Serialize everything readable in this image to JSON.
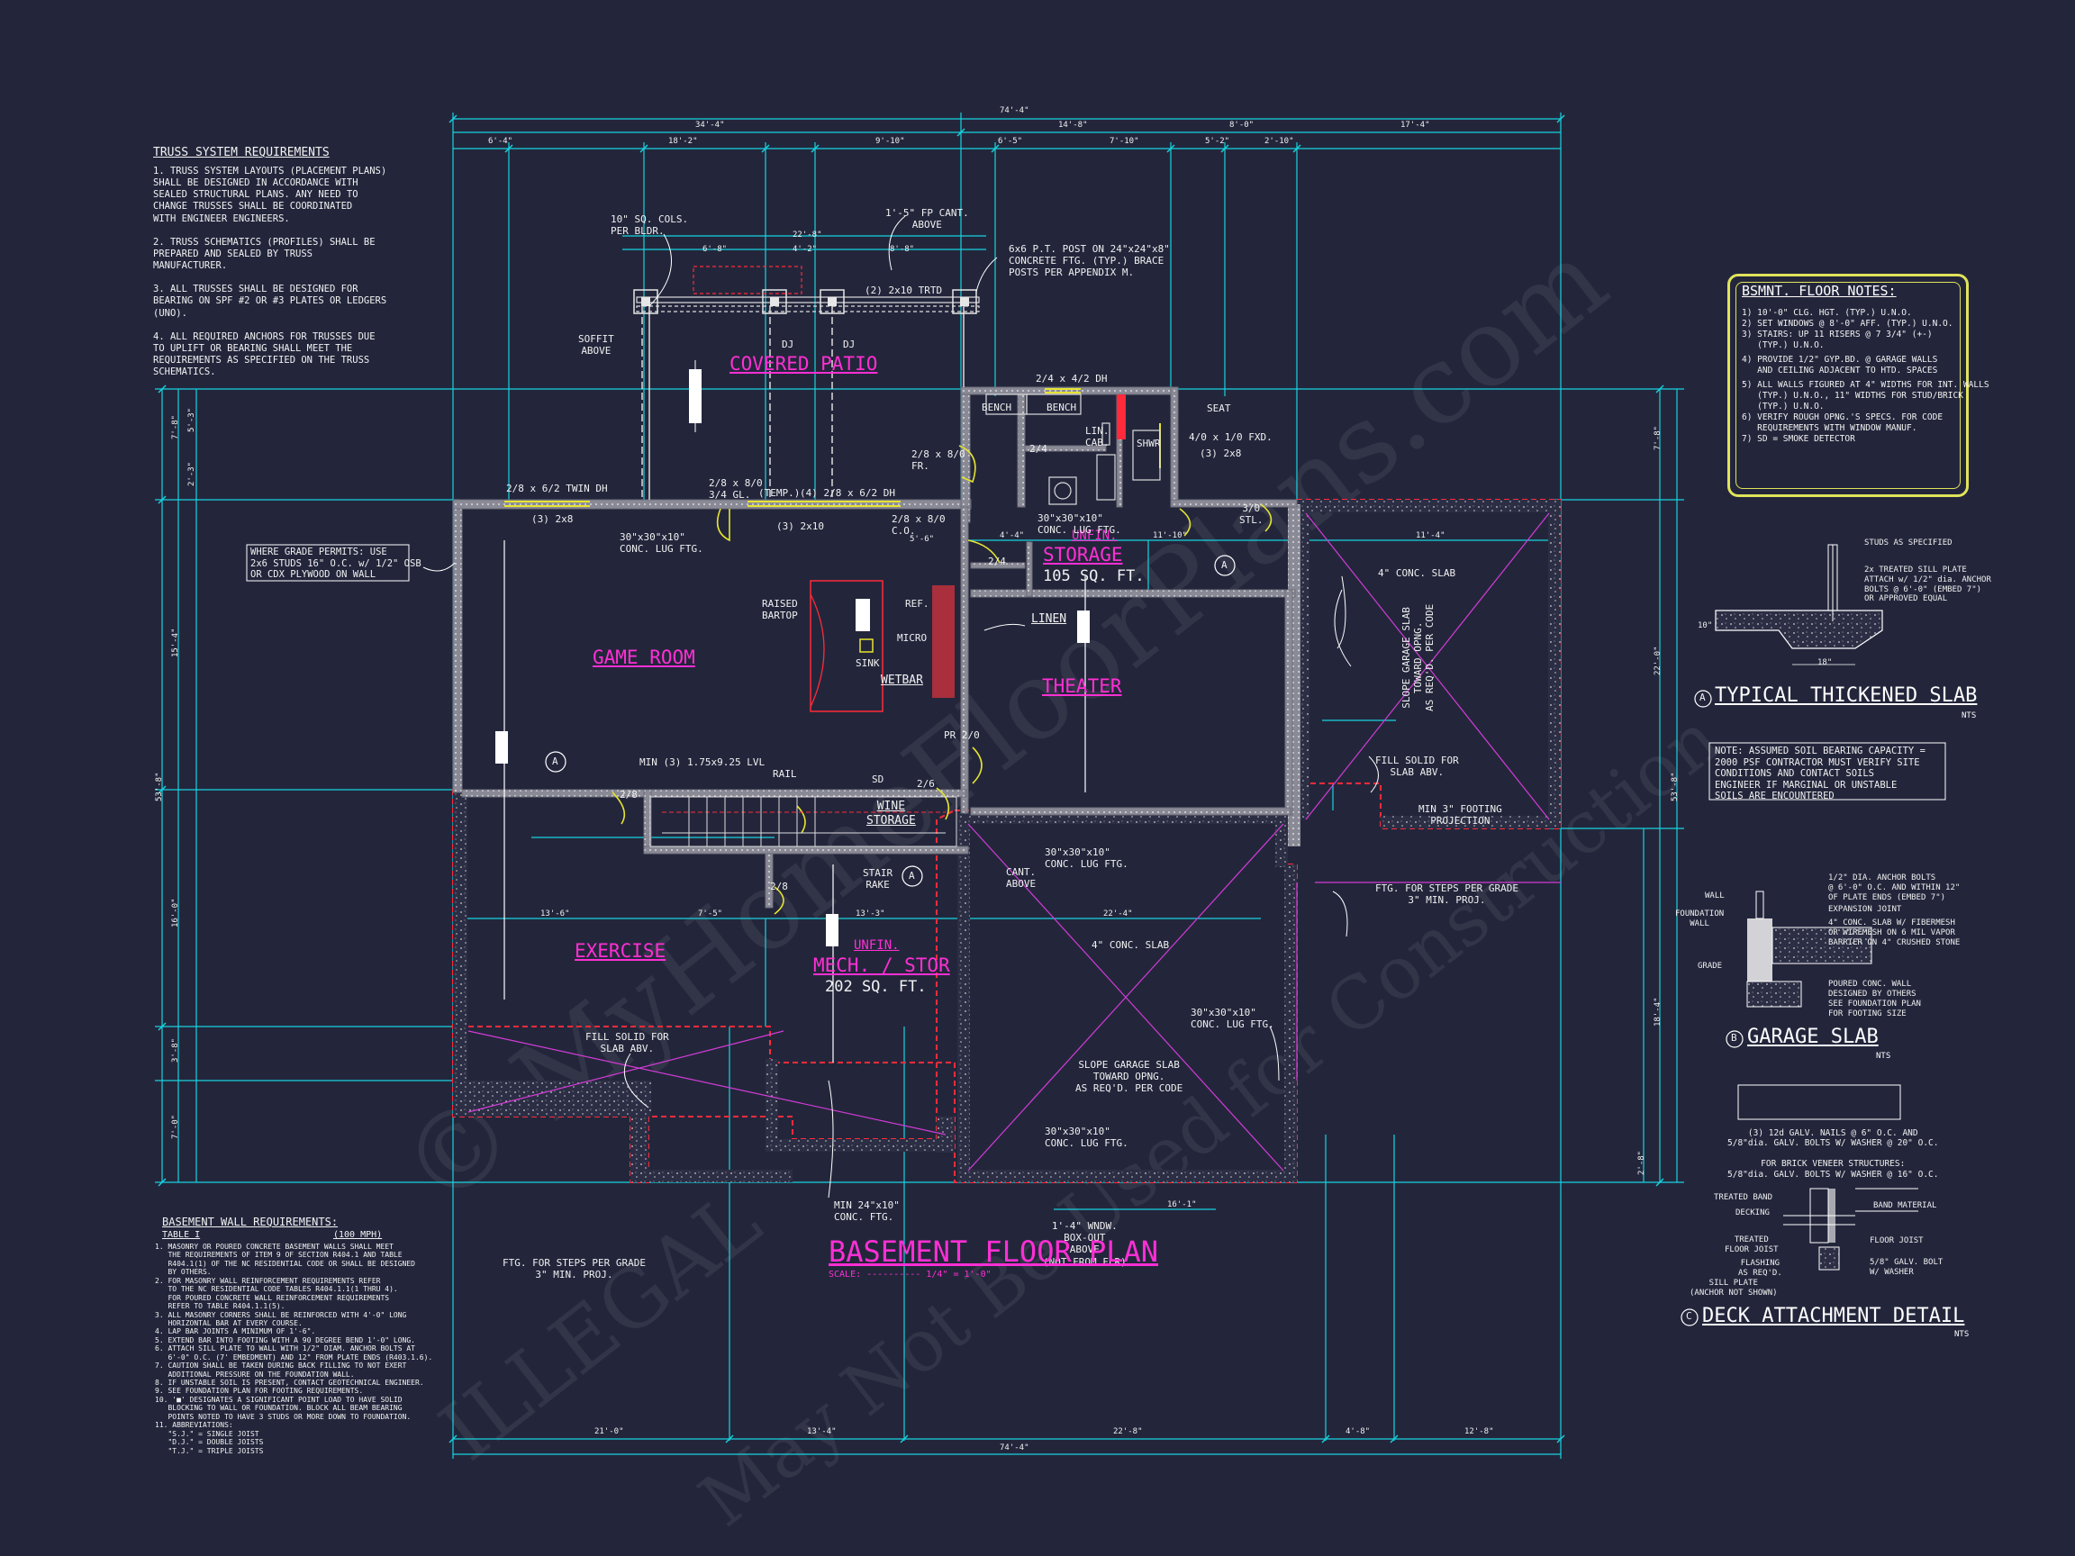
{
  "truss": {
    "title": "TRUSS SYSTEM REQUIREMENTS",
    "body": "1. TRUSS SYSTEM LAYOUTS (PLACEMENT PLANS)\nSHALL BE DESIGNED IN ACCORDANCE WITH\nSEALED STRUCTURAL PLANS. ANY NEED TO\nCHANGE TRUSSES SHALL BE COORDINATED\nWITH ENGINEER ENGINEERS.\n\n2. TRUSS SCHEMATICS (PROFILES) SHALL BE\nPREPARED AND SEALED BY TRUSS\nMANUFACTURER.\n\n3. ALL TRUSSES SHALL BE DESIGNED FOR\nBEARING ON SPF #2 OR #3 PLATES OR LEDGERS\n(UNO).\n\n4. ALL REQUIRED ANCHORS FOR TRUSSES DUE\nTO UPLIFT OR BEARING SHALL MEET THE\nREQUIREMENTS AS SPECIFIED ON THE TRUSS\nSCHEMATICS."
  },
  "bsmt_notes": {
    "title": "BSMNT. FLOOR NOTES:",
    "items": [
      "1) 10'-0\" CLG. HGT. (TYP.) U.N.O.",
      "2) SET WINDOWS @ 8'-0\" AFF. (TYP.) U.N.O.",
      "3) STAIRS: UP 11 RISERS @ 7 3/4\" (+-)\n   (TYP.) U.N.O.",
      "4) PROVIDE 1/2\" GYP.BD. @ GARAGE WALLS\n   AND CEILING ADJACENT TO HTD. SPACES",
      "5) ALL WALLS FIGURED AT 4\" WIDTHS FOR INT. WALLS\n   (TYP.) U.N.O., 11\" WIDTHS FOR STUD/BRICK\n   (TYP.) U.N.O.",
      "6) VERIFY ROUGH OPNG.'S SPECS. FOR CODE\n   REQUIREMENTS WITH WINDOW MANUF.",
      "7) SD = SMOKE DETECTOR"
    ]
  },
  "basement_wall": {
    "title": "BASEMENT WALL REQUIREMENTS:",
    "subtitle": "TABLE I",
    "wind": "(100 MPH)",
    "body": "1. MASONRY OR POURED CONCRETE BASEMENT WALLS SHALL MEET\n   THE REQUIREMENTS OF ITEM 9 OF SECTION R404.1 AND TABLE\n   R404.1(1) OF THE NC RESIDENTIAL CODE OR SHALL BE DESIGNED\n   BY OTHERS.\n2. FOR MASONRY WALL REINFORCEMENT REQUIREMENTS REFER\n   TO THE NC RESIDENTIAL CODE TABLES R404.1.1(1 THRU 4).\n   FOR POURED CONCRETE WALL REINFORCEMENT REQUIREMENTS\n   REFER TO TABLE R404.1.1(5).\n3. ALL MASONRY CORNERS SHALL BE REINFORCED WITH 4'-0\" LONG\n   HORIZONTAL BAR AT EVERY COURSE.\n4. LAP BAR JOINTS A MINIMUM OF 1'-6\".\n5. EXTEND BAR INTO FOOTING WITH A 90 DEGREE BEND 1'-0\" LONG.\n6. ATTACH SILL PLATE TO WALL WITH 1/2\" DIAM. ANCHOR BOLTS AT\n   6'-0\" O.C. (7' EMBEDMENT) AND 12\" FROM PLATE ENDS (R403.1.6).\n7. CAUTION SHALL BE TAKEN DURING BACK FILLING TO NOT EXERT\n   ADDITIONAL PRESSURE ON THE FOUNDATION WALL.\n8. IF UNSTABLE SOIL IS PRESENT, CONTACT GEOTECHNICAL ENGINEER.\n9. SEE FOUNDATION PLAN FOR FOOTING REQUIREMENTS.\n10. '■' DESIGNATES A SIGNIFICANT POINT LOAD TO HAVE SOLID\n   BLOCKING TO WALL OR FOUNDATION. BLOCK ALL BEAM BEARING\n   POINTS NOTED TO HAVE 3 STUDS OR MORE DOWN TO FOUNDATION.\n11. ABBREVIATIONS:\n   \"S.J.\" = SINGLE JOIST\n   \"D.J.\" = DOUBLE JOISTS\n   \"T.J.\" = TRIPLE JOISTS"
  },
  "plan": {
    "title": "BASEMENT FLOOR PLAN",
    "scale": "SCALE: ---------- 1/4\" = 1'-0\"",
    "rooms": {
      "game_room": "GAME ROOM",
      "covered_patio": "COVERED PATIO",
      "theater": "THEATER",
      "exercise": "EXERCISE",
      "storage": "STORAGE",
      "storage_unfin": "UNFIN.",
      "storage_area": "105 SQ. FT.",
      "mech": "MECH. / STOR",
      "mech_unfin": "UNFIN.",
      "mech_area": "202 SQ. FT.",
      "wetbar": "WETBAR",
      "wine": "WINE\nSTORAGE",
      "linen": "LINEN"
    },
    "labels": {
      "cols": "10\" SQ. COLS.\nPER BLDR.",
      "cant": "1'-5\" FP CANT.\nABOVE",
      "post": "6x6 P.T. POST ON 24\"x24\"x8\"\nCONCRETE FTG. (TYP.) BRACE\nPOSTS PER APPENDIX M.",
      "trtd": "(2) 2x10 TRTD",
      "soffit": "SOFFIT\nABOVE",
      "dj1": "DJ",
      "dj2": "DJ",
      "dh": "2/4 x 4/2 DH",
      "bench1": "BENCH",
      "bench2": "BENCH",
      "lin_cab": "LIN.\nCAB.",
      "seat": "SEAT",
      "shwr": "SHWR",
      "fxd": "4/0 x 1/0 FXD.",
      "hdr": "(3) 2x8",
      "fr": "2/8 x 8/0\nFR.",
      "twin_dh": "2/8 x 6/2 TWIN DH",
      "hdr2": "(3) 2x8",
      "door_sl": "2/8 x 8/0\n3/4 GL.",
      "temp": "(TEMP.)",
      "hdr3": "(3) 2x10",
      "dh2": "(4) 2/8 x 6/2 DH",
      "door_co": "2/8 x 8/0\nC.O.",
      "stl": "3/0\nSTL.",
      "ftg1": "30\"x30\"x10\"\nCONC. LUG FTG.",
      "ftg2": "30\"x30\"x10\"\nCONC. LUG FTG.",
      "ftg3": "30\"x30\"x10\"\nCONC. LUG FTG.",
      "ftg4": "30\"x30\"x10\"\nCONC. LUG FTG.",
      "ftg5": "30\"x30\"x10\"\nCONC. LUG FTG.",
      "grade": "WHERE GRADE PERMITS: USE\n2x6 STUDS 16\" O.C. w/ 1/2\" OSB\nOR CDX PLYWOOD ON WALL",
      "bartop": "RAISED\nBARTOP",
      "sink": "SINK",
      "ref": "REF.",
      "micro": "MICRO",
      "pr": "PR 2/0",
      "slab1": "4\" CONC. SLAB",
      "slab2": "4\" CONC. SLAB",
      "slope1": "SLOPE GARAGE SLAB\nTOWARD OPNG.\nAS REQ'D. PER CODE",
      "slope2": "SLOPE GARAGE SLAB\nTOWARD OPNG.\nAS REQ'D. PER CODE",
      "fill1": "FILL SOLID FOR\nSLAB ABV.",
      "fill2": "FILL SOLID FOR\nSLAB ABV.",
      "min_ftg": "MIN 3\" FOOTING\nPROJECTION",
      "steps1": "FTG. FOR STEPS PER GRADE\n3\" MIN. PROJ.",
      "steps2": "FTG. FOR STEPS PER GRADE\n3\" MIN. PROJ.",
      "lvl": "MIN (3) 1.75x9.25 LVL",
      "rail": "RAIL",
      "stair_rake": "STAIR\nRAKE",
      "cant2": "CANT.\nABOVE",
      "min_conc": "MIN 24\"x10\"\nCONC. FTG.",
      "wndw": "1'-4\" WNDW.\nBOX-OUT\nABOVE\n(NOT FROM FLR)",
      "d28a": "2/8",
      "d28b": "2/8",
      "d26": "2/6",
      "d24a": "2/4",
      "d24b": "2/4",
      "sd": "SD"
    },
    "dims_top": [
      "74'-4\"",
      "34'-4\"",
      "14'-8\"",
      "17'-4\"",
      "6'-4\"",
      "18'-2\"",
      "9'-10\"",
      "6'-5\"",
      "7'-10\"",
      "8'-0\"",
      "5'-2\"",
      "2'-10\"",
      "22'-8\"",
      "6'-8\"",
      "4'-2\"",
      "8'-8\""
    ],
    "dims_bottom": [
      "21'-0\"",
      "13'-4\"",
      "22'-8\"",
      "4'-8\"",
      "12'-8\"",
      "74'-4\""
    ],
    "dims_inner": [
      "13'-6\"",
      "7'-5\"",
      "13'-3\"",
      "22'-4\"",
      "11'-4\"",
      "11'-10\"",
      "16'-1\"",
      "4'-4\"",
      "5'-6\""
    ],
    "dims_left": [
      "7'-8\"",
      "5'-3\"",
      "2'-3\"",
      "15'-4\"",
      "53'-8\"",
      "16'-0\"",
      "3'-8\"",
      "7'-0\""
    ],
    "dims_right": [
      "7'-8\"",
      "53'-8\"",
      "22'-0\"",
      "18'-4\"",
      "2'-8\""
    ]
  },
  "detail_a": {
    "letter": "A",
    "title": "TYPICAL THICKENED SLAB",
    "nts": "NTS",
    "label1": "STUDS AS SPECIFIED",
    "label2": "2x TREATED SILL PLATE\nATTACH w/ 1/2\" dia. ANCHOR\nBOLTS @ 6'-0\" (EMBED 7\")\nOR APPROVED EQUAL",
    "dim": "18\"",
    "dim2": "10\""
  },
  "soil_note": "NOTE: ASSUMED SOIL BEARING CAPACITY =\n2000 PSF CONTRACTOR MUST VERIFY SITE\nCONDITIONS AND CONTACT SOILS\nENGINEER IF MARGINAL OR UNSTABLE\nSOILS ARE ENCOUNTERED",
  "detail_b": {
    "letter": "B",
    "title": "GARAGE SLAB",
    "nts": "NTS",
    "wall": "WALL",
    "foundation": "FOUNDATION\nWALL",
    "grade": "GRADE",
    "r1": "1/2\" DIA. ANCHOR BOLTS\n@ 6'-0\" O.C. AND WITHIN 12\"\nOF PLATE ENDS (EMBED 7\")",
    "r2": "EXPANSION JOINT",
    "r3": "4\" CONC. SLAB W/ FIBERMESH\nOR WIREMESH ON 6 MIL VAPOR\nBARRIER ON 4\" CRUSHED STONE",
    "r4": "POURED CONC. WALL\nDESIGNED BY OTHERS",
    "r5": "SEE FOUNDATION PLAN\nFOR FOOTING SIZE"
  },
  "nail_note": "(3) 12d GALV. NAILS @ 6\" O.C. AND\n5/8\"dia. GALV. BOLTS W/ WASHER @ 20\" O.C.\n\nFOR BRICK VENEER STRUCTURES:\n5/8\"dia. GALV. BOLTS W/ WASHER @ 16\" O.C.",
  "detail_c": {
    "letter": "C",
    "title": "DECK ATTACHMENT DETAIL",
    "nts": "NTS",
    "l1": "TREATED BAND",
    "l2": "DECKING",
    "l3": "TREATED\nFLOOR JOIST",
    "l4": "FLASHING\nAS REQ'D.",
    "l5": "SILL PLATE\n(ANCHOR NOT SHOWN)",
    "r1": "BAND MATERIAL",
    "r2": "FLOOR JOIST",
    "r3": "5/8\" GALV. BOLT\nW/ WASHER"
  },
  "watermarks": [
    "© MyHomeFloorPlans.com",
    "ILLEGAL",
    "May Not Be Used for Construction"
  ],
  "colors": {
    "background": "#23263b",
    "dimension": "#17d3e0",
    "wall": "#ff2a3a",
    "room_label": "#ff2fd4",
    "note_green": "#3cff3c",
    "notes_box": "#e0e45a"
  }
}
